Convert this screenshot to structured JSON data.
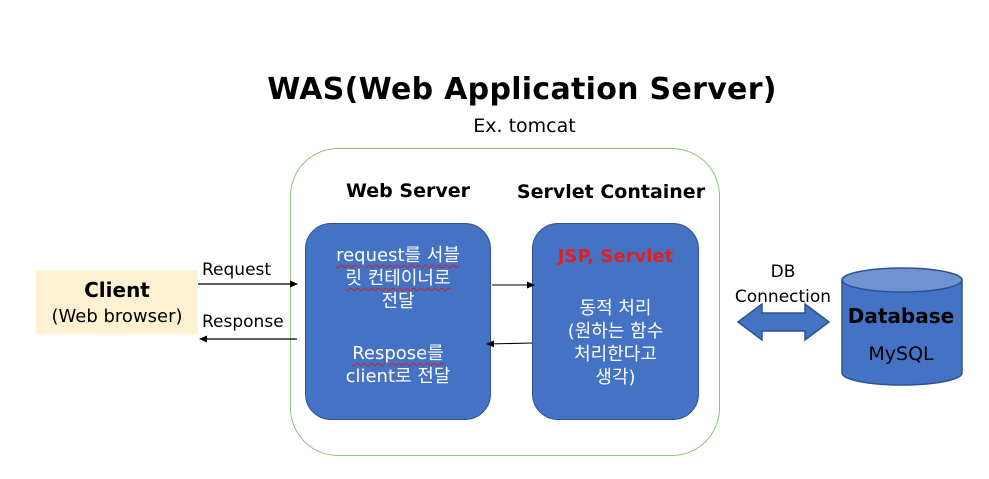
{
  "title": "WAS(Web Application Server)",
  "subtitle": "Ex. tomcat",
  "web_server": {
    "label": "Web Server",
    "line1": "request를 서블",
    "line2": "릿 컨테이너로",
    "line3": "전달",
    "line4": "Respose를",
    "line5": "client로 전달"
  },
  "servlet_container": {
    "label": "Servlet Container",
    "highlight": "JSP, Servlet",
    "line1": "동적 처리",
    "line2": "(원하는 함수",
    "line3": "처리한다고",
    "line4": "생각)"
  },
  "client": {
    "title": "Client",
    "subtitle": "(Web browser)"
  },
  "arrows": {
    "request": "Request",
    "response": "Response",
    "db_connection_line1": "DB",
    "db_connection_line2": "Connection"
  },
  "database": {
    "title": "Database",
    "subtitle": "MySQL"
  },
  "colors": {
    "box_blue": "#4472c4",
    "was_border": "#8cc47a",
    "client_fill": "#fdf1d1",
    "highlight_red": "#e02020"
  }
}
